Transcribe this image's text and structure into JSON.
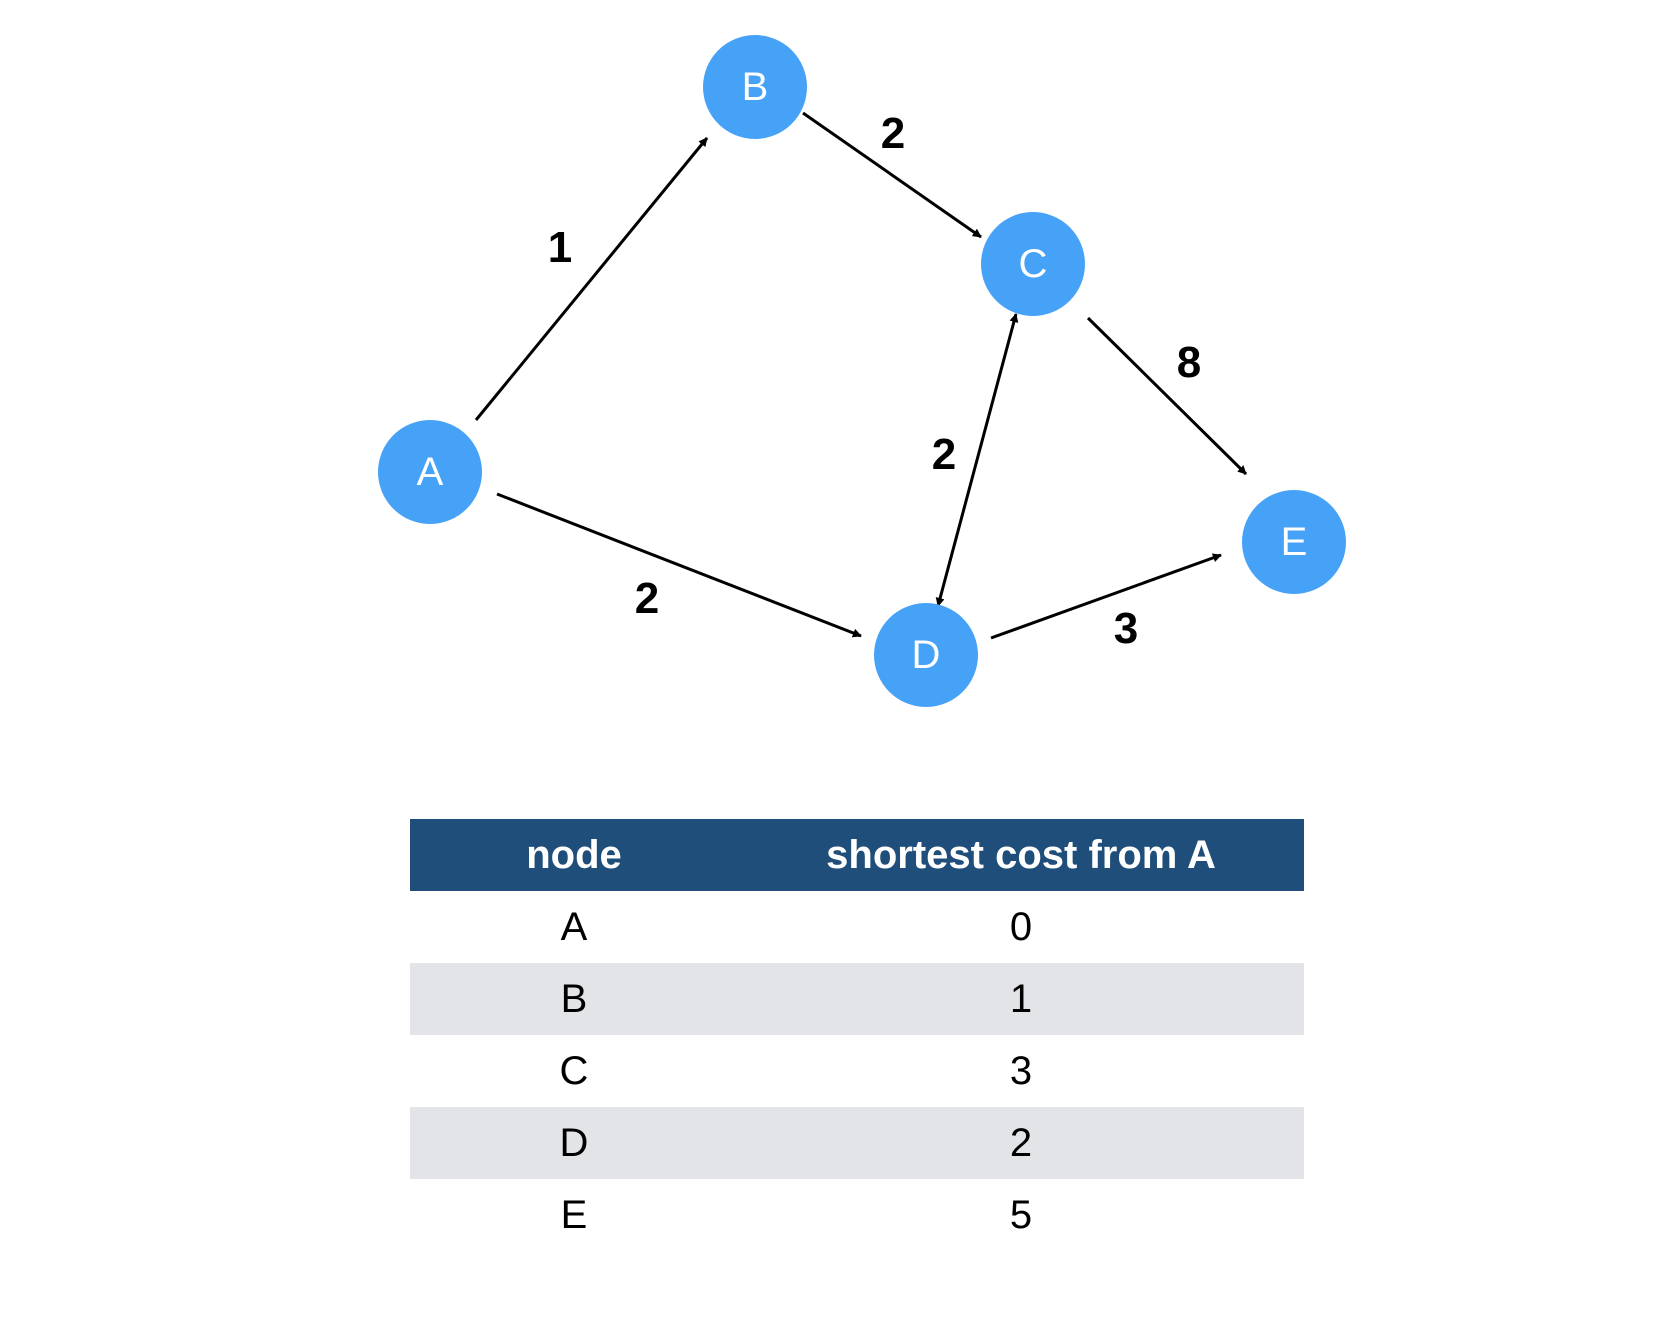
{
  "colors": {
    "node_fill": "#46a2f7",
    "edge": "#000000",
    "table_header": "#1f4e7a",
    "row_stripe": "#e3e4e8"
  },
  "graph": {
    "nodes": [
      {
        "id": "A",
        "label": "A"
      },
      {
        "id": "B",
        "label": "B"
      },
      {
        "id": "C",
        "label": "C"
      },
      {
        "id": "D",
        "label": "D"
      },
      {
        "id": "E",
        "label": "E"
      }
    ],
    "edges": [
      {
        "from": "A",
        "to": "B",
        "weight": "1"
      },
      {
        "from": "A",
        "to": "D",
        "weight": "2"
      },
      {
        "from": "B",
        "to": "C",
        "weight": "2"
      },
      {
        "from": "C",
        "to": "D",
        "weight": "2",
        "bidirectional": true
      },
      {
        "from": "C",
        "to": "E",
        "weight": "8"
      },
      {
        "from": "D",
        "to": "E",
        "weight": "3"
      }
    ]
  },
  "table": {
    "headers": [
      "node",
      "shortest cost from A"
    ],
    "rows": [
      [
        "A",
        "0"
      ],
      [
        "B",
        "1"
      ],
      [
        "C",
        "3"
      ],
      [
        "D",
        "2"
      ],
      [
        "E",
        "5"
      ]
    ]
  }
}
